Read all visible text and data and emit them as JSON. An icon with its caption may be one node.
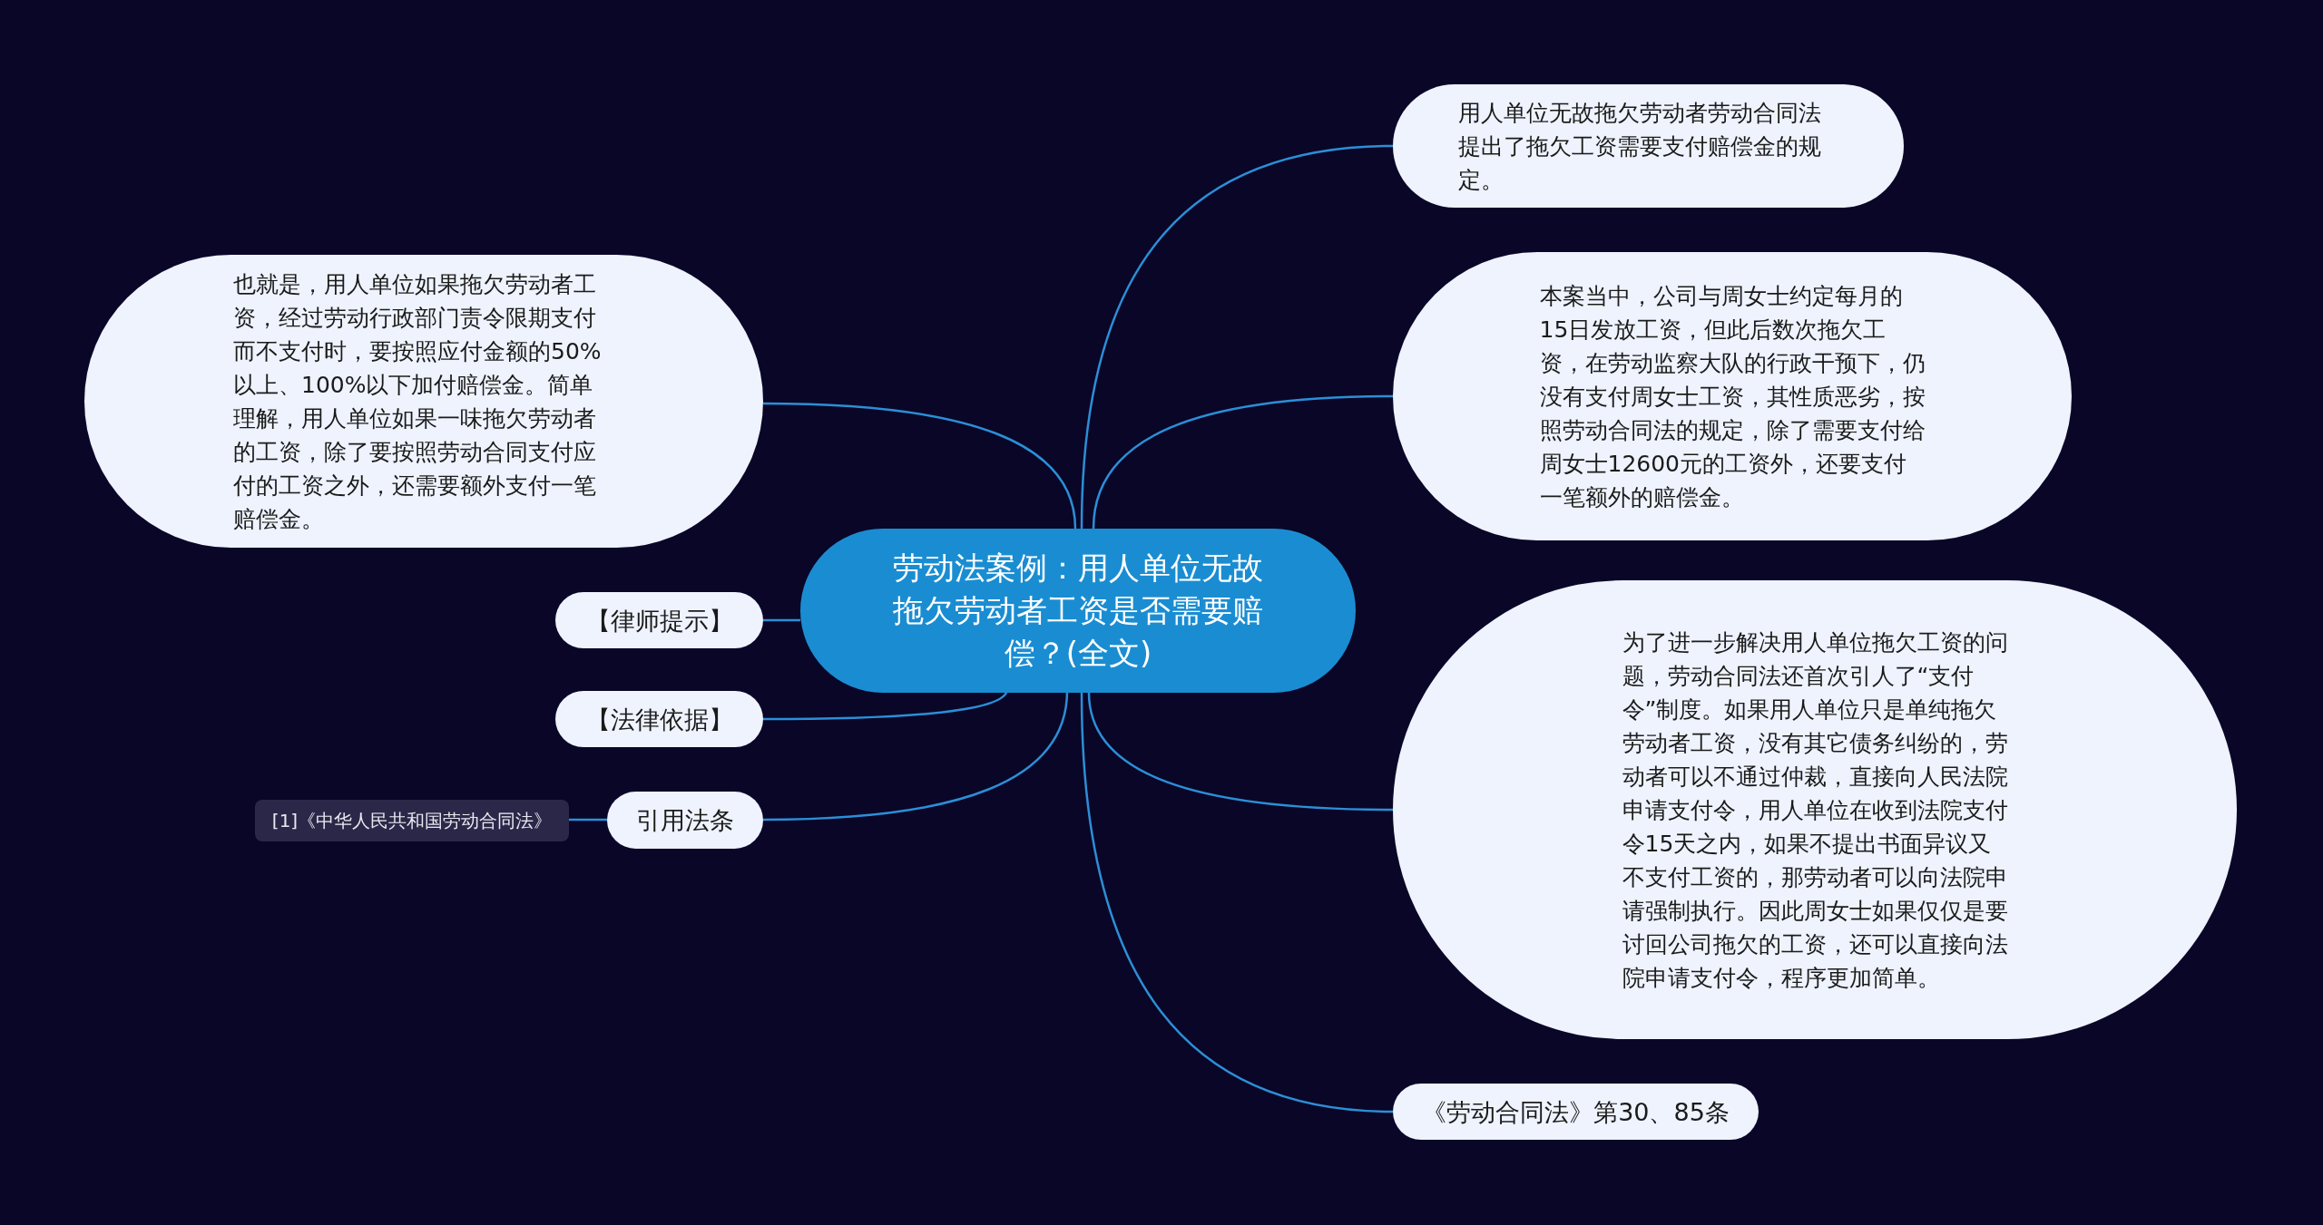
{
  "diagram": {
    "nodes": [
      {
        "text": [
          "劳动法案例：用人单位无故拖欠劳动者工资是否需要赔偿？(全文)"
        ]
      },
      {
        "text": [
          "也就是，用人单位如果拖欠劳动者工资，经过劳动行政部门责令限期支付而不支付时，要按照应付金额的50%以上、100%以下加付赔偿金。简单理解，用人单位如果一味拖欠劳动者的工资，除了要按照劳动合同支付应付的工资之外，还需要额外支付一笔赔偿金。"
        ]
      },
      {
        "text": [
          "【律师提示】"
        ]
      },
      {
        "text": [
          "【法律依据】"
        ]
      },
      {
        "text": [
          "引用法条"
        ]
      },
      {
        "text": [
          "[1]《中华人民共和国劳动合同法》"
        ]
      },
      {
        "text": [
          "用人单位无故拖欠劳动者劳动合同法提出了拖欠工资需要支付赔偿金的规定。"
        ]
      },
      {
        "text": [
          "本案当中，公司与周女士约定每月的15日发放工资，但此后数次拖欠工资，在劳动监察大队的行政干预下，仍没有支付周女士工资，其性质恶劣，按照劳动合同法的规定，除了需要支付给周女士12600元的工资外，还要支付一笔额外的赔偿金。"
        ]
      },
      {
        "text": [
          "为了进一步解决用人单位拖欠工资的问题，劳动合同法还首次引人了“支付令”制度。如果用人单位只是单纯拖欠劳动者工资，没有其它债务纠纷的，劳动者可以不通过仲裁，直接向人民法院申请支付令，用人单位在收到法院支付令15天之内，如果不提出书面异议又不支付工资的，那劳动者可以向法院申请强制执行。因此周女士如果仅仅是要讨回公司拖欠的工资，还可以直接向法院申请支付令，程序更加简单。"
        ]
      },
      {
        "text": [
          "《劳动合同法》第30、85条"
        ]
      }
    ],
    "edges": [
      {
        "from": 0,
        "to": 1,
        "arrow": "none"
      },
      {
        "from": 0,
        "to": 2,
        "arrow": "none"
      },
      {
        "from": 0,
        "to": 3,
        "arrow": "none"
      },
      {
        "from": 0,
        "to": 4,
        "arrow": "none"
      },
      {
        "from": 4,
        "to": 5,
        "arrow": "none"
      },
      {
        "from": 0,
        "to": 6,
        "arrow": "none"
      },
      {
        "from": 0,
        "to": 7,
        "arrow": "none"
      },
      {
        "from": 0,
        "to": 8,
        "arrow": "none"
      },
      {
        "from": 0,
        "to": 9,
        "arrow": "none"
      }
    ]
  }
}
